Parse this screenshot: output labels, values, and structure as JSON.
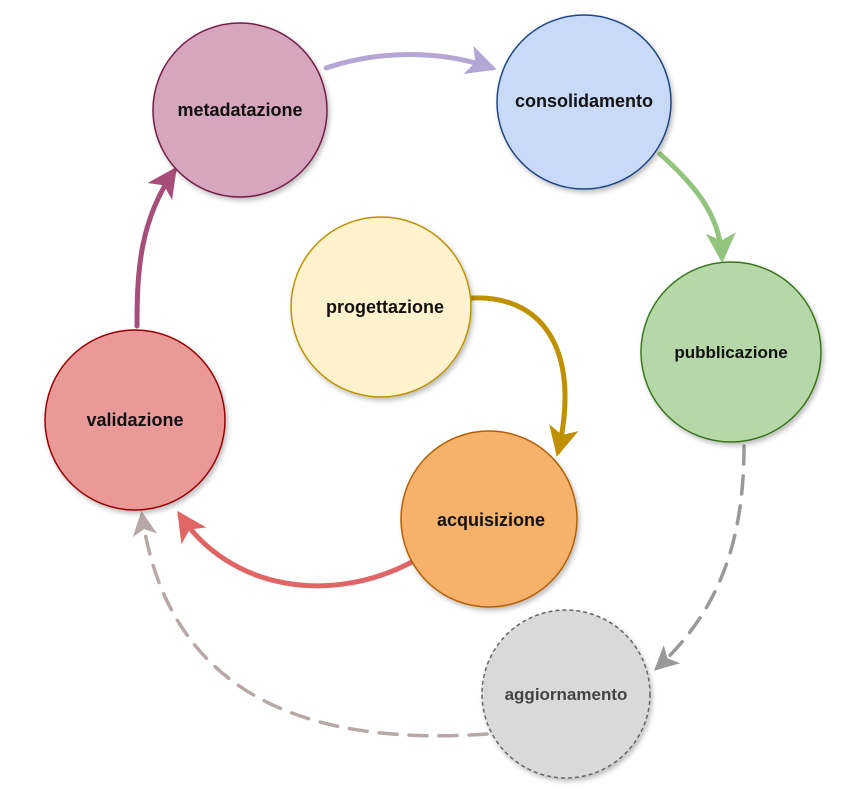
{
  "nodes": {
    "metadatazione": {
      "label": "metadatazione",
      "fill": "#d5a6bd",
      "stroke": "#741b47"
    },
    "consolidamento": {
      "label": "consolidamento",
      "fill": "#c9daf8",
      "stroke": "#1c4587"
    },
    "pubblicazione": {
      "label": "pubblicazione",
      "fill": "#b6d7a8",
      "stroke": "#38761d"
    },
    "progettazione": {
      "label": "progettazione",
      "fill": "#fff2cc",
      "stroke": "#bf9000"
    },
    "validazione": {
      "label": "validazione",
      "fill": "#ea9999",
      "stroke": "#990000"
    },
    "acquisizione": {
      "label": "acquisizione",
      "fill": "#f6b26b",
      "stroke": "#b45f06"
    },
    "aggiornamento": {
      "label": "aggiornamento",
      "fill": "#d9d9d9",
      "stroke": "#666666"
    }
  },
  "edges": [
    {
      "from": "metadatazione",
      "to": "consolidamento",
      "color": "#b4a7d6",
      "style": "solid"
    },
    {
      "from": "consolidamento",
      "to": "pubblicazione",
      "color": "#93c47d",
      "style": "solid"
    },
    {
      "from": "progettazione",
      "to": "acquisizione",
      "color": "#bf9000",
      "style": "solid"
    },
    {
      "from": "acquisizione",
      "to": "validazione",
      "color": "#e06666",
      "style": "solid"
    },
    {
      "from": "validazione",
      "to": "metadatazione",
      "color": "#a64d79",
      "style": "solid"
    },
    {
      "from": "pubblicazione",
      "to": "aggiornamento",
      "color": "#999999",
      "style": "dashed"
    },
    {
      "from": "aggiornamento",
      "to": "validazione",
      "color": "#b7a8a8",
      "style": "dashed"
    }
  ]
}
